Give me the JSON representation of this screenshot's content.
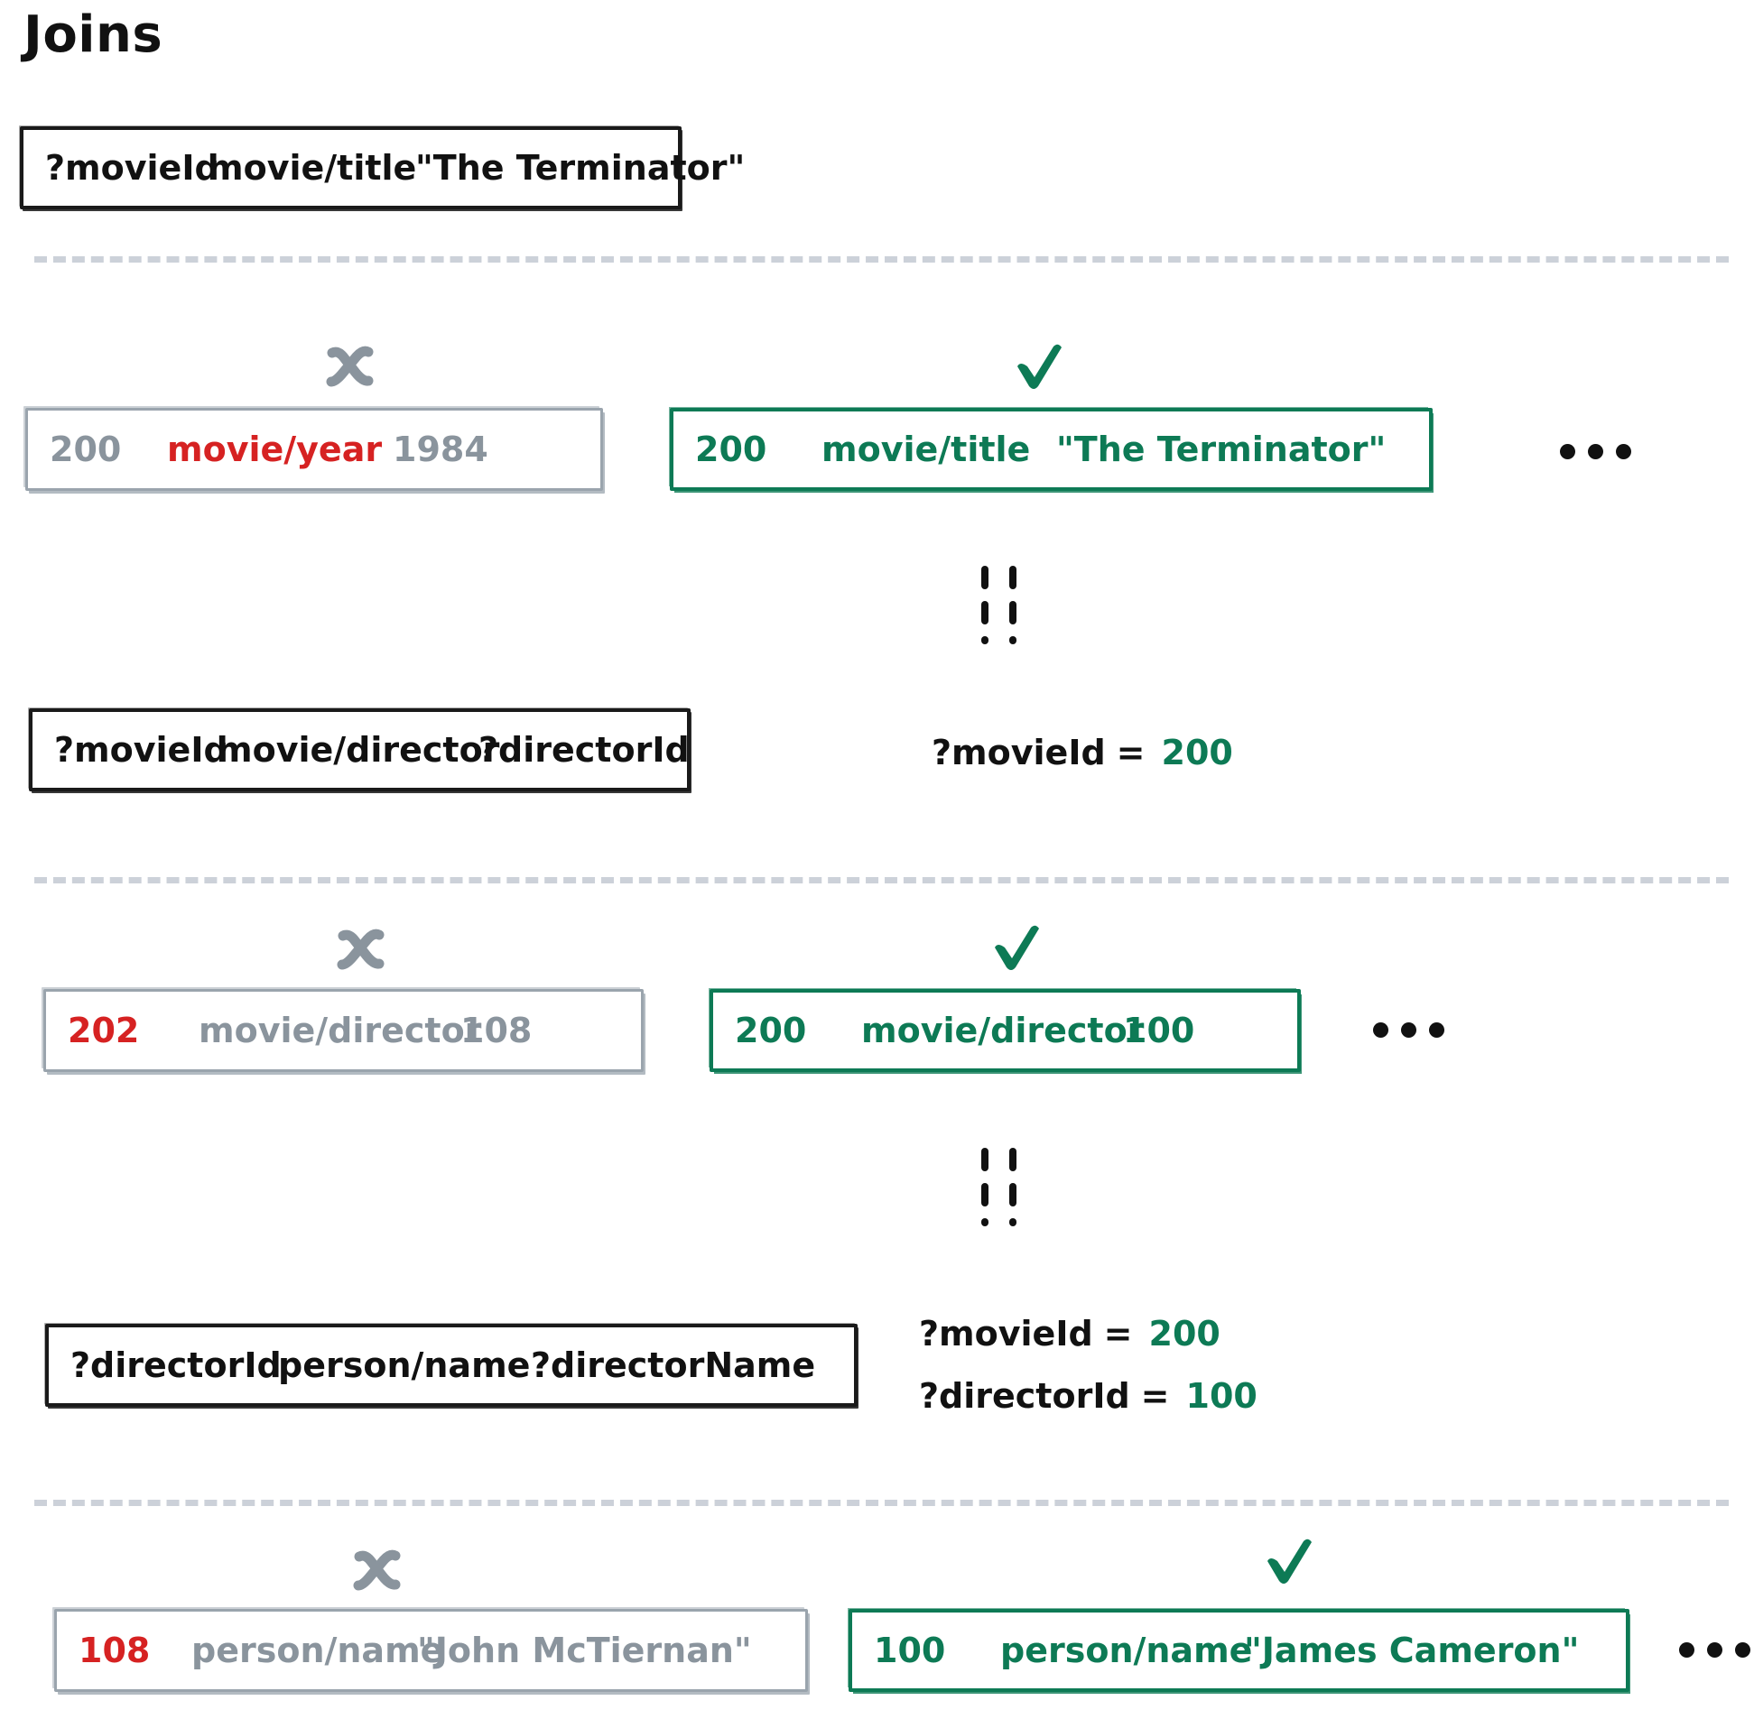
{
  "page": {
    "title": "Joins",
    "colors": {
      "accept": "#0d7a55",
      "reject": "#8a949d",
      "error": "#d62222",
      "ink": "#111111",
      "separator": "#ccd1d9"
    }
  },
  "sections": [
    {
      "id": "section-1",
      "pattern": {
        "name": "pattern-movie-title",
        "entity": "?movieId",
        "attribute": "movie/title",
        "value": "\"The Terminator\""
      }
    },
    {
      "id": "section-2",
      "reject": {
        "name": "fact-rejected-movie-year",
        "mark": "x-mark",
        "entity": "200",
        "attribute": "movie/year",
        "value": "1984"
      },
      "accept": {
        "name": "fact-accepted-movie-title",
        "mark": "check-mark",
        "entity": "200",
        "attribute": "movie/title",
        "value": "\"The Terminator\""
      },
      "pattern": {
        "name": "pattern-movie-director",
        "entity": "?movieId",
        "attribute": "movie/director",
        "value": "?directorId"
      },
      "bindings": [
        {
          "variable": "?movieId",
          "eq": "=",
          "value": "200"
        }
      ]
    },
    {
      "id": "section-3",
      "reject": {
        "name": "fact-rejected-movie-director",
        "mark": "x-mark",
        "entity": "202",
        "attribute": "movie/director",
        "value": "108"
      },
      "accept": {
        "name": "fact-accepted-movie-director",
        "mark": "check-mark",
        "entity": "200",
        "attribute": "movie/director",
        "value": "100"
      },
      "pattern": {
        "name": "pattern-person-name",
        "entity": "?directorId",
        "attribute": "person/name",
        "value": "?directorName"
      },
      "bindings": [
        {
          "variable": "?movieId",
          "eq": "=",
          "value": "200"
        },
        {
          "variable": "?directorId",
          "eq": "=",
          "value": "100"
        }
      ]
    },
    {
      "id": "section-4",
      "reject": {
        "name": "fact-rejected-person-name",
        "mark": "x-mark",
        "entity": "108",
        "attribute": "person/name",
        "value": "\"John McTiernan\""
      },
      "accept": {
        "name": "fact-accepted-person-name",
        "mark": "check-mark",
        "entity": "100",
        "attribute": "person/name",
        "value": "\"James Cameron\""
      }
    }
  ],
  "ellipsis": {
    "glyph": "•••"
  }
}
